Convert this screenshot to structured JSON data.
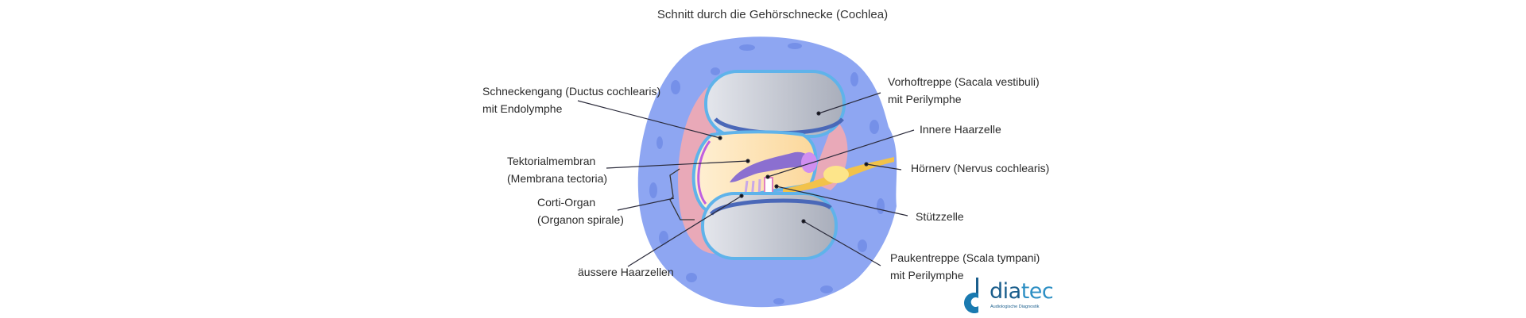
{
  "title": "Schnitt durch die Gehörschnecke (Cochlea)",
  "labels": {
    "schneckengang": [
      "Schneckengang (Ductus cochlearis)",
      "mit Endolymphe"
    ],
    "tektorialmembran": [
      "Tektorialmembran",
      "(Membrana tectoria)"
    ],
    "corti_organ": [
      "Corti-Organ",
      "(Organon spirale)"
    ],
    "aeussere_haarzellen": "äussere Haarzellen",
    "vorhoftreppe": [
      "Vorhoftreppe (Sacala vestibuli)",
      "mit Perilymphe"
    ],
    "innere_haarzelle": "Innere Haarzelle",
    "hoernerv": "Hörnerv (Nervus cochlearis)",
    "stuetzzelle": "Stützzelle",
    "paukentreppe": [
      "Paukentreppe (Scala tympani)",
      "mit Perilymphe"
    ]
  },
  "logo": {
    "word_a": "dia",
    "word_b": "tec",
    "subtitle": "Audiologische Diagnostik"
  },
  "colors": {
    "bone": "#8ea6f2",
    "scala": "#c4c8d2",
    "membrane": "#5fb3ea",
    "endolymph": "#fde9c4",
    "stria": "#e9a9b8",
    "tectorial": "#8b6fd0",
    "nerve": "#f2c24a",
    "logo": "#1a5e8c"
  }
}
